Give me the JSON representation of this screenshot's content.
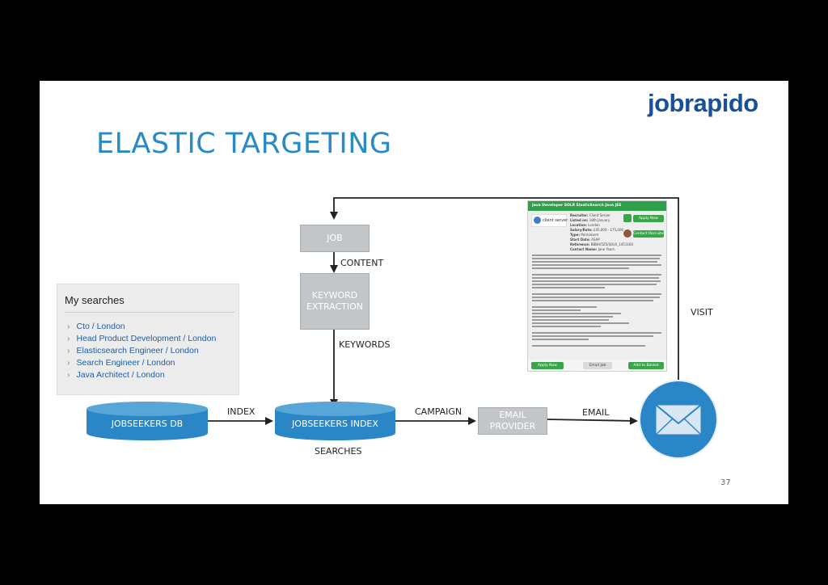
{
  "brand": {
    "logo_text": "jobrapido",
    "logo_color": "#1a4f9c"
  },
  "slide": {
    "title": "ELASTIC TARGETING",
    "title_color": "#2a8ac3",
    "page_number": "37"
  },
  "diagram": {
    "nodes": {
      "job": "JOB",
      "keyword_extraction": "KEYWORD EXTRACTION",
      "jobseekers_db": "JOBSEEKERS DB",
      "jobseekers_index": "JOBSEEKERS INDEX",
      "email_provider": "EMAIL PROVIDER",
      "email_icon": "envelope-icon"
    },
    "edge_labels": {
      "content": "CONTENT",
      "keywords": "KEYWORDS",
      "index": "INDEX",
      "campaign": "CAMPAIGN",
      "email": "EMAIL",
      "visit": "VISIT",
      "searches": "SEARCHES"
    },
    "colors": {
      "box_grey": "#c3c6c9",
      "cylinder_blue": "#2a86c6",
      "email_circle": "#2a86c6"
    }
  },
  "my_searches": {
    "title": "My searches",
    "items": [
      "Cto / London",
      "Head Product Development / London",
      "Elasticsearch Engineer / London",
      "Search Engineer / London",
      "Java Architect / London"
    ]
  },
  "job_screenshot": {
    "header": "Java Developer SOLR ElasticSearch Java JEE",
    "company_logo": "client server",
    "fields": [
      "Recruiter:",
      "Listed on:",
      "Location:",
      "Salary/Rate:",
      "Type:",
      "Start Date:",
      "Reference:",
      "Contact Name:"
    ],
    "values": [
      "Client Server",
      "18th January",
      "London",
      "£45,000 - £75,000",
      "Permanent",
      "ASAP",
      "BBBH/5Z5/SOLR_1451160",
      "Jane Yearn"
    ],
    "apply_label": "Apply Now",
    "contact_label": "Contact Recruiter",
    "bottom_buttons": [
      "Apply Now",
      "Email Job",
      "Add to Basket"
    ]
  }
}
